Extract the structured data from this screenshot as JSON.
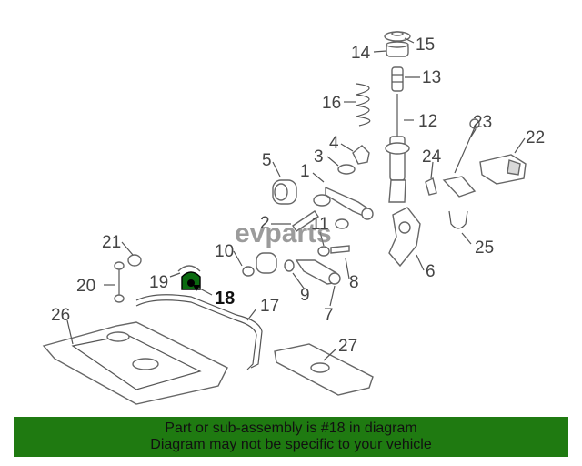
{
  "diagram": {
    "watermark": "evparts",
    "callouts": [
      "15",
      "14",
      "13",
      "16",
      "12",
      "23",
      "22",
      "4",
      "3",
      "5",
      "1",
      "24",
      "2",
      "21",
      "10",
      "11",
      "6",
      "9",
      "8",
      "25",
      "19",
      "20",
      "18",
      "17",
      "7",
      "26",
      "27"
    ],
    "highlighted_callout": "18"
  },
  "banner": {
    "line1": "Part or sub-assembly is #18 in diagram",
    "line2": "Diagram may not be specific to your vehicle",
    "color": "#1f7a11"
  }
}
